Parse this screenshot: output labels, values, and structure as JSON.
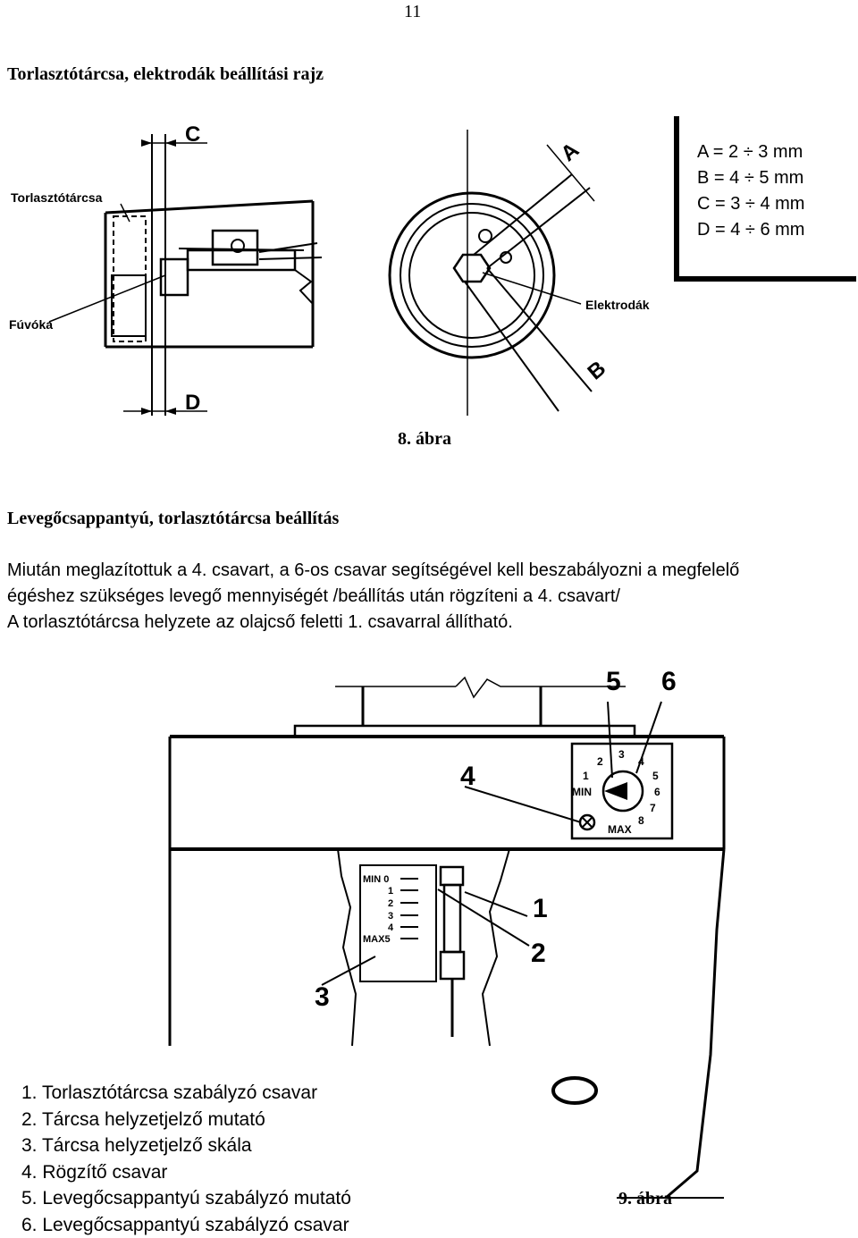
{
  "page_number": "11",
  "section1": {
    "title": "Torlasztótárcsa, elektrodák beállítási rajz"
  },
  "figure8": {
    "labels": {
      "disc": "Torlasztótárcsa",
      "nozzle": "Fúvóka",
      "electrodes": "Elektrodák",
      "dim_a": "A",
      "dim_b": "B",
      "dim_c": "C",
      "dim_d": "D"
    },
    "spec_box": [
      "A = 2 ÷ 3 mm",
      "B = 4 ÷ 5 mm",
      "C = 3 ÷ 4 mm",
      "D = 4 ÷ 6 mm"
    ],
    "caption": "8. ábra"
  },
  "section2": {
    "title": "Levegőcsappantyú, torlasztótárcsa beállítás",
    "paragraph": [
      "Miután meglazítottuk a 4. csavart, a 6-os csavar segítségével kell beszabályozni a megfelelő",
      "égéshez szükséges levegő mennyiségét /beállítás után rögzíteni a 4. csavart/",
      "A torlasztótárcsa helyzete az olajcső feletti 1. csavarral állítható."
    ]
  },
  "figure9": {
    "callouts": [
      "1",
      "2",
      "3",
      "4",
      "5",
      "6"
    ],
    "dial": {
      "min": "MIN",
      "max": "MAX",
      "numbers": [
        "1",
        "2",
        "3",
        "4",
        "5",
        "6",
        "7",
        "8"
      ]
    },
    "scale": {
      "marks": [
        "MIN 0",
        "1",
        "2",
        "3",
        "4",
        "MAX5"
      ]
    },
    "legend": [
      "1.  Torlasztótárcsa szabályzó csavar",
      "2.  Tárcsa helyzetjelző mutató",
      "3.  Tárcsa helyzetjelző skála",
      "4.  Rögzítő csavar",
      "5.  Levegőcsappantyú szabályzó mutató",
      "6.  Levegőcsappantyú szabályzó csavar"
    ],
    "caption": "9. ábra"
  }
}
